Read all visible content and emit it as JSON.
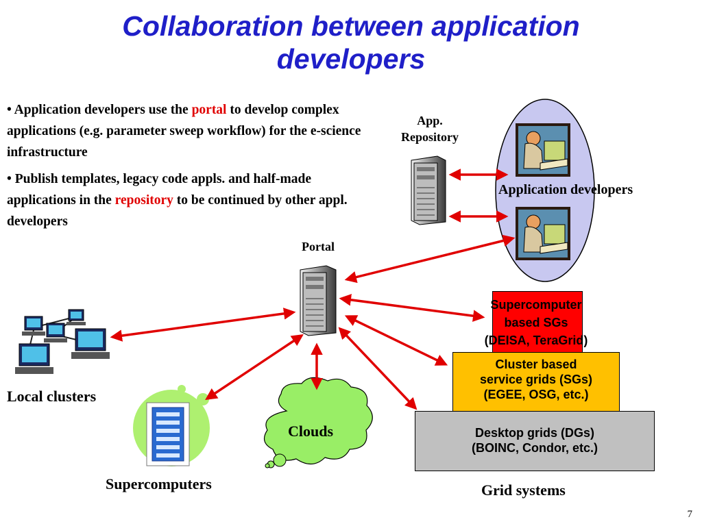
{
  "title": {
    "line1": "Collaboration between application",
    "line2": "developers"
  },
  "bullets": [
    {
      "before": "Application developers use the ",
      "highlight": "portal",
      "after": " to develop complex applications (e.g. parameter sweep workflow) for the e-science infrastructure"
    },
    {
      "before": "Publish templates, legacy code appls. and half-made applications in the ",
      "highlight": "repository",
      "after": " to be continued by other appl. developers"
    }
  ],
  "labels": {
    "app_repository": "App. Repository",
    "application_developers": "Application developers",
    "portal": "Portal",
    "local_clusters": "Local clusters",
    "supercomputers": "Supercomputers",
    "clouds": "Clouds",
    "grid_systems": "Grid systems"
  },
  "grid_boxes": {
    "supercomputer": {
      "line1": "Supercomputer",
      "line2": "based SGs",
      "line3": "(DEISA, TeraGrid)"
    },
    "cluster": {
      "line1": "Cluster based",
      "line2": "service grids (SGs)",
      "line3": "(EGEE, OSG, etc.)"
    },
    "desktop": {
      "line1": "Desktop grids (DGs)",
      "line2": "(BOINC, Condor, etc.)"
    }
  },
  "page_number": "7",
  "colors": {
    "title": "#1f1fc8",
    "highlight": "#e00000",
    "arrow": "#e00000",
    "oval": "#c8c8f0",
    "supercomputer_box": "#ff0000",
    "cluster_box": "#ffc000",
    "desktop_box": "#c0c0c0",
    "cloud": "#99ee66"
  },
  "icons": [
    "server-icon",
    "developer-workstation-icon",
    "network-cluster-icon",
    "supercomputer-icon",
    "cloud-icon"
  ]
}
